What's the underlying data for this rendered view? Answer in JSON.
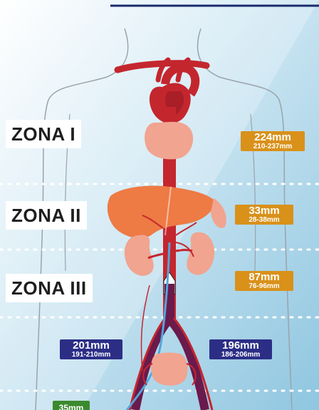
{
  "zones": [
    {
      "label": "ZONA I"
    },
    {
      "label": "ZONA II"
    },
    {
      "label": "ZONA III"
    }
  ],
  "measurements": [
    {
      "value": "224mm",
      "range": "210-237mm",
      "color": "#d9911a"
    },
    {
      "value": "33mm",
      "range": "28-38mm",
      "color": "#d9911a"
    },
    {
      "value": "87mm",
      "range": "76-96mm",
      "color": "#d9911a"
    },
    {
      "value": "201mm",
      "range": "191-210mm",
      "color": "#2c2e86"
    },
    {
      "value": "196mm",
      "range": "186-206mm",
      "color": "#2c2e86"
    },
    {
      "value": "35mm",
      "range": "",
      "color": "#3b8a2e"
    }
  ],
  "colors": {
    "artery": "#c4262e",
    "vein": "#6a1a4c",
    "organ": "#f1a48f",
    "liver": "#ee7a44",
    "background": "#cfe6f2"
  }
}
